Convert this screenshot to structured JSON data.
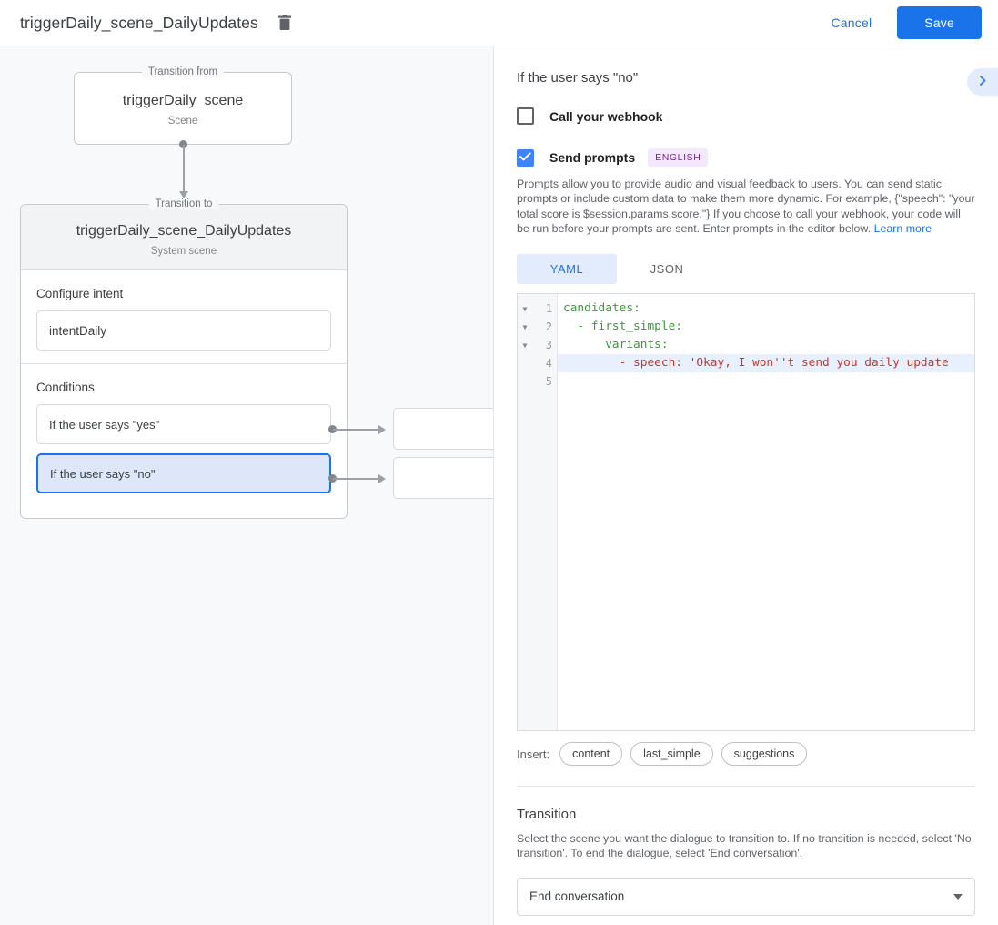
{
  "topbar": {
    "title": "triggerDaily_scene_DailyUpdates",
    "delete_icon": "trash-icon",
    "cancel_label": "Cancel",
    "save_label": "Save",
    "accent_color": "#1a73e8"
  },
  "canvas": {
    "from_node": {
      "legend": "Transition from",
      "title": "triggerDaily_scene",
      "subtitle": "Scene"
    },
    "to_node": {
      "legend": "Transition to",
      "title": "triggerDaily_scene_DailyUpdates",
      "subtitle": "System scene",
      "intent_section_label": "Configure intent",
      "intent_value": "intentDaily",
      "conditions_section_label": "Conditions",
      "conditions": [
        {
          "label": "If the user says \"yes\"",
          "selected": false
        },
        {
          "label": "If the user says \"no\"",
          "selected": true
        }
      ]
    }
  },
  "panel": {
    "title": "If the user says \"no\"",
    "expand_icon": "chevron-right-icon",
    "webhook": {
      "label": "Call your webhook",
      "checked": false
    },
    "prompts": {
      "label": "Send prompts",
      "checked": true,
      "language_badge": "ENGLISH",
      "description": "Prompts allow you to provide audio and visual feedback to users. You can send static prompts or include custom data to make them more dynamic. For example, {\"speech\": \"your total score is $session.params.score.\"} If you choose to call your webhook, your code will be run before your prompts are sent. Enter prompts in the editor below.",
      "learn_more_label": "Learn more"
    },
    "editor": {
      "tabs": [
        {
          "label": "YAML",
          "active": true
        },
        {
          "label": "JSON",
          "active": false
        }
      ],
      "lines": [
        {
          "num": "1",
          "fold": true,
          "highlight": false,
          "text": "candidates:"
        },
        {
          "num": "2",
          "fold": true,
          "highlight": false,
          "text": "  - first_simple:"
        },
        {
          "num": "3",
          "fold": true,
          "highlight": false,
          "text": "      variants:"
        },
        {
          "num": "4",
          "fold": false,
          "highlight": true,
          "text": "        - speech: 'Okay, I won''t send you daily update"
        },
        {
          "num": "5",
          "fold": false,
          "highlight": false,
          "text": ""
        }
      ]
    },
    "insert": {
      "label": "Insert:",
      "chips": [
        "content",
        "last_simple",
        "suggestions"
      ]
    },
    "transition": {
      "title": "Transition",
      "description": "Select the scene you want the dialogue to transition to. If no transition is needed, select 'No transition'. To end the dialogue, select 'End conversation'.",
      "selected_value": "End conversation",
      "dropdown_icon": "chevron-down-icon"
    }
  }
}
